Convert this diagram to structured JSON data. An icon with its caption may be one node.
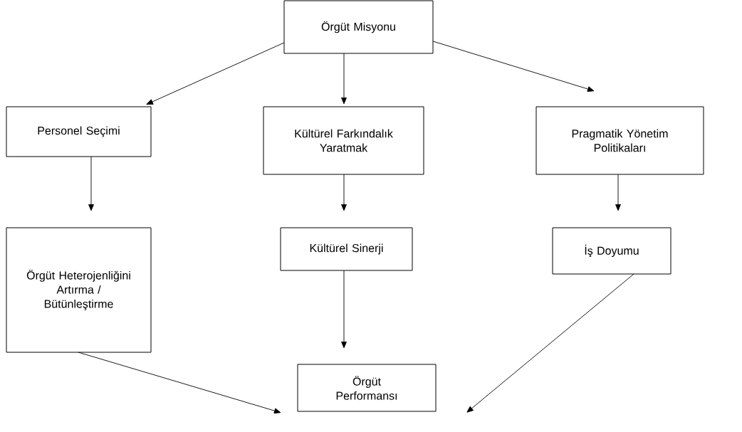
{
  "diagram": {
    "nodes": [
      {
        "text": [
          "Örgüt Misyonu"
        ]
      },
      {
        "text": [
          "Personel Seçimi"
        ]
      },
      {
        "text": [
          "Kültürel Farkındalık Yaratmak"
        ]
      },
      {
        "text": [
          "Pragmatik Yönetim Politikaları"
        ]
      },
      {
        "text": [
          "Örgüt Heterojenliğini Artırma / Bütünleştirme"
        ]
      },
      {
        "text": [
          "Kültürel Sinerji"
        ]
      },
      {
        "text": [
          "İş Doyumu"
        ]
      },
      {
        "text": [
          "Örgüt Performansı"
        ]
      }
    ],
    "edges": [
      {
        "from": 0,
        "to": 1,
        "arrow": "to"
      },
      {
        "from": 0,
        "to": 2,
        "arrow": "to"
      },
      {
        "from": 0,
        "to": 3,
        "arrow": "to"
      },
      {
        "from": 1,
        "to": 4,
        "arrow": "to"
      },
      {
        "from": 2,
        "to": 5,
        "arrow": "to"
      },
      {
        "from": 3,
        "to": 6,
        "arrow": "to"
      },
      {
        "from": 4,
        "to": 7,
        "arrow": "to"
      },
      {
        "from": 5,
        "to": 7,
        "arrow": "to"
      },
      {
        "from": 6,
        "to": 7,
        "arrow": "to"
      }
    ]
  }
}
